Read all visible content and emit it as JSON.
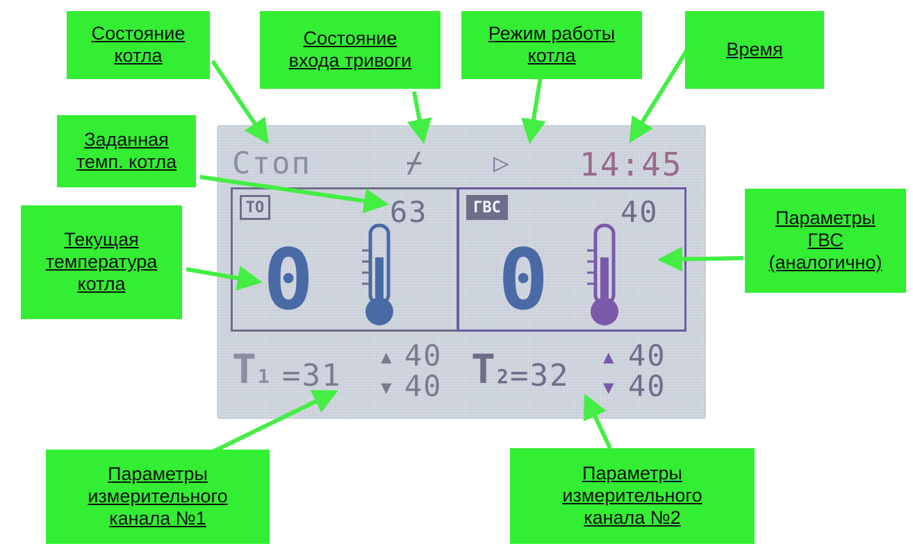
{
  "callouts": {
    "boiler_state": "Состояние\nкотла",
    "alarm_input_state": "Состояние\nвхода тривоги",
    "boiler_mode": "Режим работы\nкотла",
    "time": "Время",
    "set_temp": "Заданная\nтемп. котла",
    "current_temp": "Текущая\nтемпература\nкотла",
    "dhw_params": "Параметры\nГВС\n(аналогично)",
    "channel1_params": "Параметры\nизмерительного\nканала №1",
    "channel2_params": "Параметры\nизмерительного\nканала №2"
  },
  "lcd": {
    "status": "Стоп",
    "switch_symbol": "⌿",
    "mode_symbol": "▷",
    "time": "14:45",
    "left_panel": {
      "badge": "ТО",
      "set_value": "63",
      "current_value": "0"
    },
    "right_panel": {
      "badge": "ГВС",
      "set_value": "40",
      "current_value": "0"
    },
    "channel1": {
      "label": "T",
      "sub": "1",
      "value": "=31",
      "upper": "40",
      "lower": "40"
    },
    "channel2": {
      "label": "T",
      "sub": "2",
      "value": "=32",
      "upper": "40",
      "lower": "40"
    }
  },
  "colors": {
    "callout_bg": "#33ee33",
    "arrow": "#44ee44",
    "lcd_bg": "#c9cfd9",
    "lcd_text": "#6d6f8a",
    "lcd_blue": "#4a6aa6",
    "lcd_purple": "#7a5aa8"
  }
}
